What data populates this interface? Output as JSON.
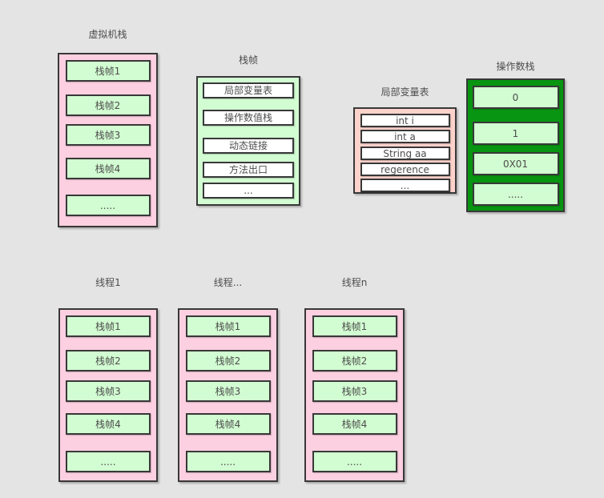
{
  "diagram": {
    "vm_stack": {
      "title": "虚拟机栈",
      "items": [
        "栈帧1",
        "栈帧2",
        "栈帧3",
        "栈帧4",
        "....."
      ]
    },
    "stack_frame": {
      "title": "栈帧",
      "items": [
        "局部变量表",
        "操作数值栈",
        "动态链接",
        "方法出口",
        "..."
      ]
    },
    "local_var_table": {
      "title": "局部变量表",
      "items": [
        "int i",
        "int a",
        "String aa",
        "regerence",
        "..."
      ]
    },
    "operand_stack": {
      "title": "操作数栈",
      "items": [
        "0",
        "1",
        "0X01",
        "....."
      ]
    },
    "thread_1": {
      "title": "线程1",
      "items": [
        "栈帧1",
        "栈帧2",
        "栈帧3",
        "栈帧4",
        "....."
      ]
    },
    "thread_dots": {
      "title": "线程...",
      "items": [
        "栈帧1",
        "栈帧2",
        "栈帧3",
        "栈帧4",
        "....."
      ]
    },
    "thread_n": {
      "title": "线程n",
      "items": [
        "栈帧1",
        "栈帧2",
        "栈帧3",
        "栈帧4",
        "....."
      ]
    }
  },
  "colors": {
    "background": "#e4e4e4",
    "pink": "#fcd0e0",
    "salmon_pink": "#fdd2cb",
    "light_green": "#d2fcd2",
    "dark_green": "#089512",
    "border": "#383838",
    "text": "#4d4d4d",
    "white": "#ffffff"
  }
}
